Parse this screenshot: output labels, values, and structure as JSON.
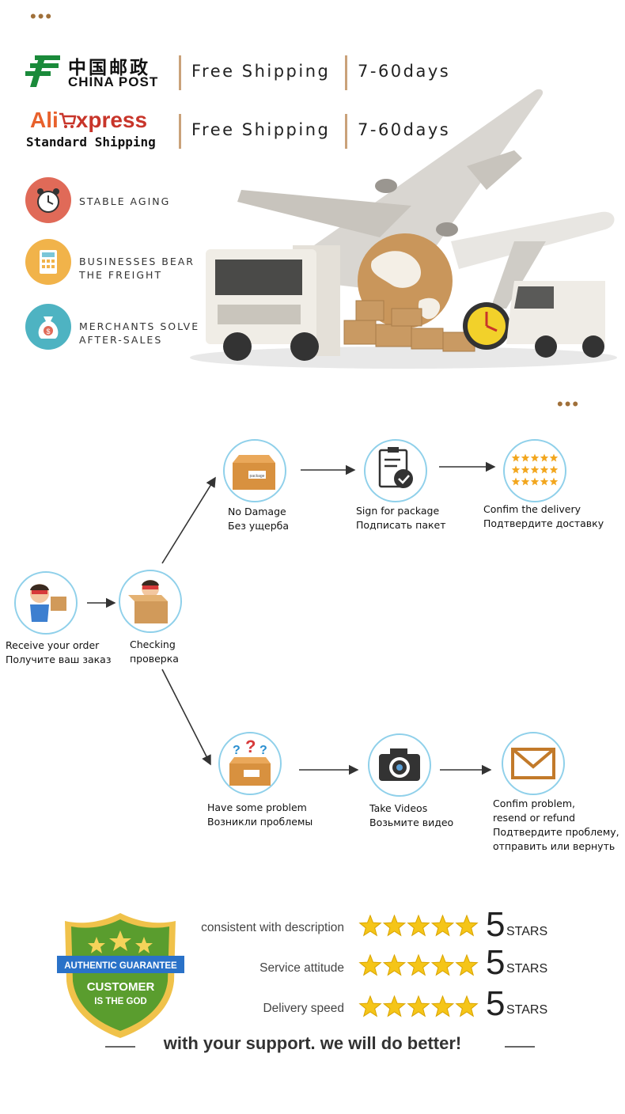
{
  "shipping": [
    {
      "carrier_cn": "中国邮政",
      "carrier_en": "CHINA POST",
      "method": "Free Shipping",
      "time": "7-60days"
    },
    {
      "carrier_logo_a": "Ali",
      "carrier_logo_b": "xpress",
      "carrier_sub": "Standard Shipping",
      "method": "Free Shipping",
      "time": "7-60days"
    }
  ],
  "features": [
    {
      "line1": "STABLE AGING",
      "line2": "",
      "icon": "alarm-clock-icon",
      "color": "#e06a58"
    },
    {
      "line1": "BUSINESSES BEAR",
      "line2": "THE FREIGHT",
      "icon": "calculator-icon",
      "color": "#f1b34a"
    },
    {
      "line1": "MERCHANTS SOLVE",
      "line2": "AFTER-SALES",
      "icon": "money-bag-icon",
      "color": "#4eb3c2"
    }
  ],
  "flow": {
    "receive": {
      "en": "Receive your order",
      "ru": "Получите ваш заказ"
    },
    "checking": {
      "en": "Checking",
      "ru": "проверка"
    },
    "no_damage": {
      "en": "No Damage",
      "ru": "Без ущерба"
    },
    "sign": {
      "en": "Sign for package",
      "ru": "Подписать пакет"
    },
    "confirm": {
      "en": "Confim the delivery",
      "ru": "Подтвердите доставку"
    },
    "problem": {
      "en": "Have some problem",
      "ru": "Возникли проблемы"
    },
    "videos": {
      "en": "Take Videos",
      "ru": "Возьмите видео"
    },
    "resolve": {
      "en1": "Confim problem,",
      "en2": "resend or refund",
      "ru1": "Подтвердите проблему,",
      "ru2": "отправить или вернуть"
    },
    "package_label": "package"
  },
  "badge": {
    "ribbon": "AUTHENTIC GUARANTEE",
    "line1": "CUSTOMER",
    "line2": "IS THE GOD"
  },
  "ratings": [
    {
      "label": "consistent with description",
      "score": "5",
      "unit": "STARS",
      "stars": 5
    },
    {
      "label": "Service attitude",
      "score": "5",
      "unit": "STARS",
      "stars": 5
    },
    {
      "label": "Delivery speed",
      "score": "5",
      "unit": "STARS",
      "stars": 5
    }
  ],
  "slogan": "with your support. we will do better!",
  "colors": {
    "accent_brown": "#a0703a",
    "node_border": "#8fd0ea",
    "star": "#f5c518",
    "shield_green": "#5a9d2e",
    "aliexpress_red": "#c8352a"
  }
}
